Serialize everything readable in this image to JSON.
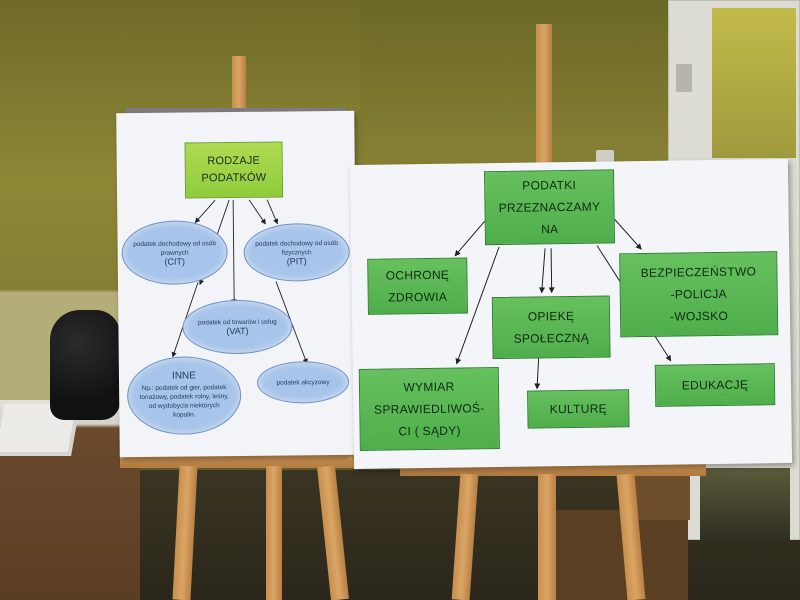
{
  "poster_left": {
    "title_lines": [
      "RODZAJE",
      "PODATKÓW"
    ],
    "clouds": {
      "cit": {
        "text": "podatek dochodowy od osób prawnych",
        "abbr": "(CIT)"
      },
      "pit": {
        "text": "podatek dochodowy od osób fizycznych",
        "abbr": "(PIT)"
      },
      "vat": {
        "text": "podatek od towarów i usług",
        "abbr": "(VAT)"
      },
      "inne": {
        "heading": "INNE",
        "text": "Np.: podatek od gier, podatek tonażowy, podatek rolny, leśny, od wydobycia niektórych kopalin."
      },
      "akcyzowy": {
        "text": "podatek akcyzowy"
      }
    }
  },
  "poster_right": {
    "title_lines": [
      "PODATKI",
      "PRZEZNACZAMY",
      "NA"
    ],
    "boxes": {
      "ochrone": [
        "OCHRONĘ",
        "ZDROWIA"
      ],
      "bezpieczenstwo": [
        "BEZPIECZEŃSTWO",
        "-POLICJA",
        "-WOJSKO"
      ],
      "opieke": [
        "OPIEKĘ",
        "SPOŁECZNĄ"
      ],
      "wymiar": [
        "WYMIAR",
        "SPRAWIEDLIWOŚ-",
        "CI ( SĄDY)"
      ],
      "kulture": [
        "KULTURĘ"
      ],
      "edukacje": [
        "EDUKACJĘ"
      ]
    }
  },
  "colors": {
    "box_green": "#4fae4b",
    "title_green": "#8fcc3a",
    "cloud_blue": "#a7c4ea",
    "easel_wood": "#d59c5a"
  }
}
